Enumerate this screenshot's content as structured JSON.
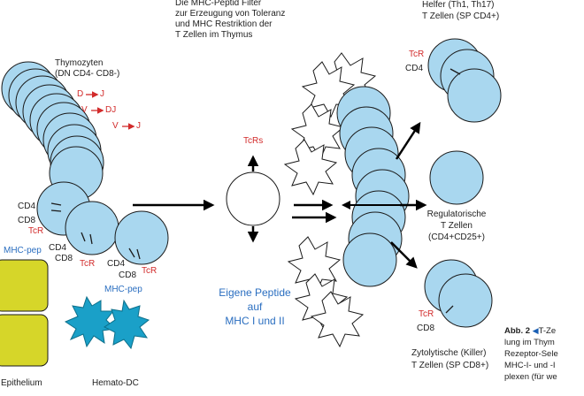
{
  "title": {
    "line1": "Die MHC-Peptid Filter",
    "line2": "zur Erzeugung von Toleranz",
    "line3": "und MHC Restriktion der",
    "line4": "T Zellen im Thymus"
  },
  "thymocytes": {
    "line1": "Thymozyten",
    "line2": "(DN CD4- CD8-)",
    "rearr1_from": "D",
    "rearr1_to": "J",
    "rearr2_from": "V",
    "rearr2_to": "DJ",
    "rearr3_from": "V",
    "rearr3_to": "J"
  },
  "cell_labels": {
    "cd4": "CD4",
    "cd8": "CD8",
    "tcr": "TcR"
  },
  "tcrs_label": "TcRs",
  "mhc_pep": "MHC-pep",
  "epithelium": "Epithelium",
  "hemato_dc": "Hemato-DC",
  "own_peptides": {
    "line1": "Eigene Peptide",
    "line2": "auf",
    "line3": "MHC I und II"
  },
  "helper": {
    "line1": "Helfer (Th1, Th17)",
    "line2": "T Zellen (SP CD4+)",
    "tcr": "TcR",
    "cd4": "CD4"
  },
  "regulatory": {
    "line1": "Regulatorische",
    "line2": "T Zellen",
    "line3": "(CD4+CD25+)"
  },
  "cytotoxic": {
    "tcr": "TcR",
    "cd8": "CD8",
    "line1": "Zytolytische (Killer)",
    "line2": "T Zellen (SP CD8+)"
  },
  "caption": {
    "label": "Abb. 2",
    "line1": "T-Ze",
    "line2": "lung im Thym",
    "line3": "Rezeptor-Sele",
    "line4": "MHC-I- und -I",
    "line5": "plexen (für we"
  },
  "colors": {
    "cell_fill": "#a9d7ef",
    "epithelium_fill": "#d6d629",
    "dendritic_fill": "#1aa0c8",
    "accent_red": "#d22b2b",
    "accent_blue": "#2a6ec0"
  }
}
